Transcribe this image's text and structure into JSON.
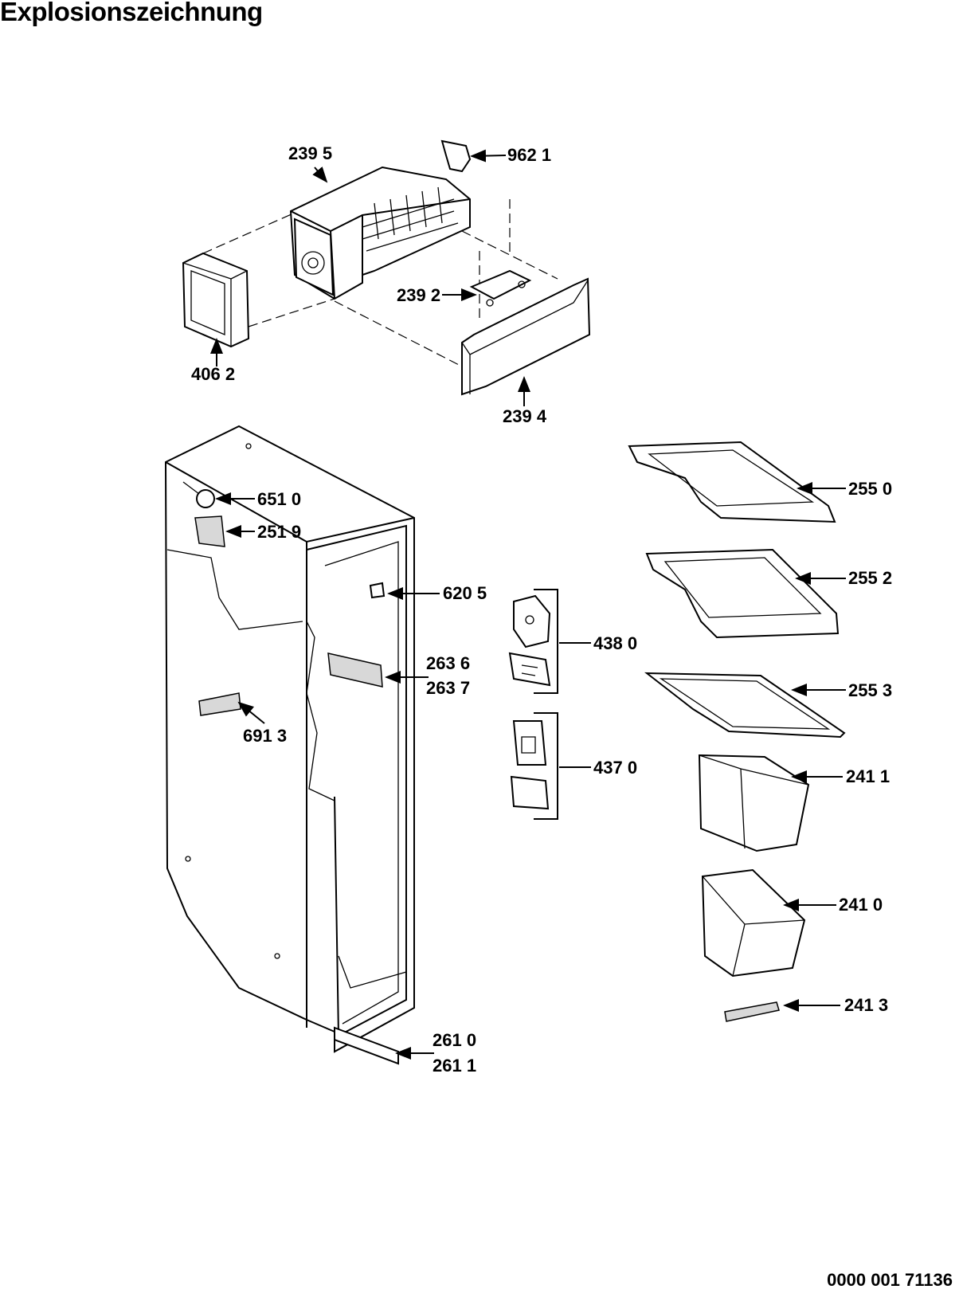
{
  "title": "Explosionszeichnung",
  "document_number": "0000 001 71136",
  "parts": [
    {
      "id": "ice-maker",
      "label": "239 5"
    },
    {
      "id": "bracket-top",
      "label": "962 1"
    },
    {
      "id": "mounting-plate",
      "label": "239 2"
    },
    {
      "id": "end-cap",
      "label": "406 2"
    },
    {
      "id": "ice-bin-front",
      "label": "239 4"
    },
    {
      "id": "glass-shelf-1",
      "label": "255 0"
    },
    {
      "id": "glass-shelf-2",
      "label": "255 2"
    },
    {
      "id": "glass-shelf-3",
      "label": "255 3"
    },
    {
      "id": "sensor-ball",
      "label": "651 0"
    },
    {
      "id": "clip",
      "label": "251 9"
    },
    {
      "id": "switch",
      "label": "620 5"
    },
    {
      "id": "board-438",
      "label": "438 0"
    },
    {
      "id": "light-cover-a",
      "label": "263 6"
    },
    {
      "id": "light-cover-b",
      "label": "263 7"
    },
    {
      "id": "vent",
      "label": "691 3"
    },
    {
      "id": "board-437",
      "label": "437 0"
    },
    {
      "id": "drawer-1",
      "label": "241 1"
    },
    {
      "id": "drawer-2",
      "label": "241 0"
    },
    {
      "id": "drawer-rail",
      "label": "241 3"
    },
    {
      "id": "rail-a",
      "label": "261 0"
    },
    {
      "id": "rail-b",
      "label": "261 1"
    }
  ]
}
